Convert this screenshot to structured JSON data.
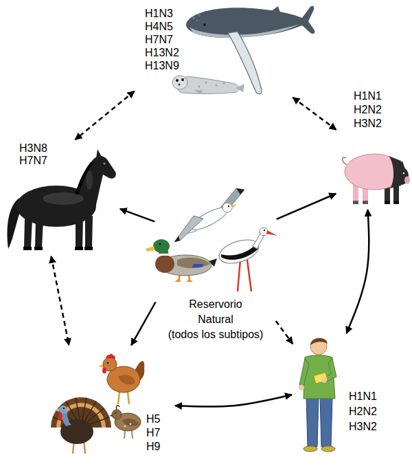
{
  "diagram": {
    "nodes": [
      {
        "text": [
          "H1N3 H4N5 H7N7 H13N2 H13N9"
        ]
      },
      {
        "text": [
          "H3N8 H7N7"
        ]
      },
      {
        "text": [
          "H1N1 H2N2 H3N2"
        ]
      },
      {
        "text": [
          "Reservorio Natural",
          "(todos los subtipos)"
        ]
      },
      {
        "text": [
          "H5 H7 H9"
        ]
      },
      {
        "text": [
          "H1N1 H2N2 H3N2"
        ]
      }
    ],
    "edges": [
      {
        "from": 3,
        "to": 1,
        "arrow": "to"
      },
      {
        "from": 3,
        "to": 2,
        "arrow": "to"
      },
      {
        "from": 3,
        "to": 4,
        "arrow": "to"
      },
      {
        "from": 3,
        "to": 5,
        "arrow": "to"
      },
      {
        "from": 0,
        "to": 1,
        "arrow": "both"
      },
      {
        "from": 0,
        "to": 2,
        "arrow": "both"
      },
      {
        "from": 1,
        "to": 4,
        "arrow": "both"
      },
      {
        "from": 2,
        "to": 5,
        "arrow": "both"
      },
      {
        "from": 4,
        "to": 5,
        "arrow": "both"
      }
    ]
  }
}
